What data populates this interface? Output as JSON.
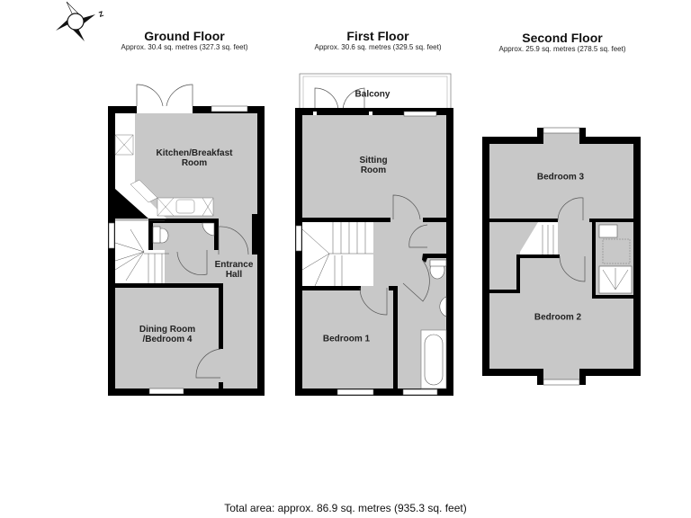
{
  "compass": {
    "icon": "compass-icon",
    "north_label": "N"
  },
  "floors": [
    {
      "name": "Ground Floor",
      "area": "Approx. 30.4 sq. metres (327.3 sq. feet)",
      "rooms": [
        {
          "label": "Kitchen/Breakfast\nRoom",
          "line1": "Kitchen/Breakfast",
          "line2": "Room"
        },
        {
          "label": "Entrance\nHall",
          "line1": "Entrance",
          "line2": "Hall"
        },
        {
          "label": "Dining Room\n/Bedroom 4",
          "line1": "Dining Room",
          "line2": "/Bedroom 4"
        }
      ]
    },
    {
      "name": "First Floor",
      "area": "Approx. 30.6 sq. metres (329.5 sq. feet)",
      "rooms": [
        {
          "label": "Balcony",
          "line1": "Balcony"
        },
        {
          "label": "Sitting\nRoom",
          "line1": "Sitting",
          "line2": "Room"
        },
        {
          "label": "Bedroom 1",
          "line1": "Bedroom 1"
        }
      ]
    },
    {
      "name": "Second Floor",
      "area": "Approx. 25.9 sq. metres (278.5 sq. feet)",
      "rooms": [
        {
          "label": "Bedroom 3",
          "line1": "Bedroom 3"
        },
        {
          "label": "Bedroom 2",
          "line1": "Bedroom 2"
        }
      ]
    }
  ],
  "total_area": "Total area: approx. 86.9 sq. metres (935.3 sq. feet)",
  "colors": {
    "wall": "#000000",
    "floor_fill": "#c8c8c8",
    "fixture_fill": "#ffffff",
    "background": "#ffffff"
  }
}
